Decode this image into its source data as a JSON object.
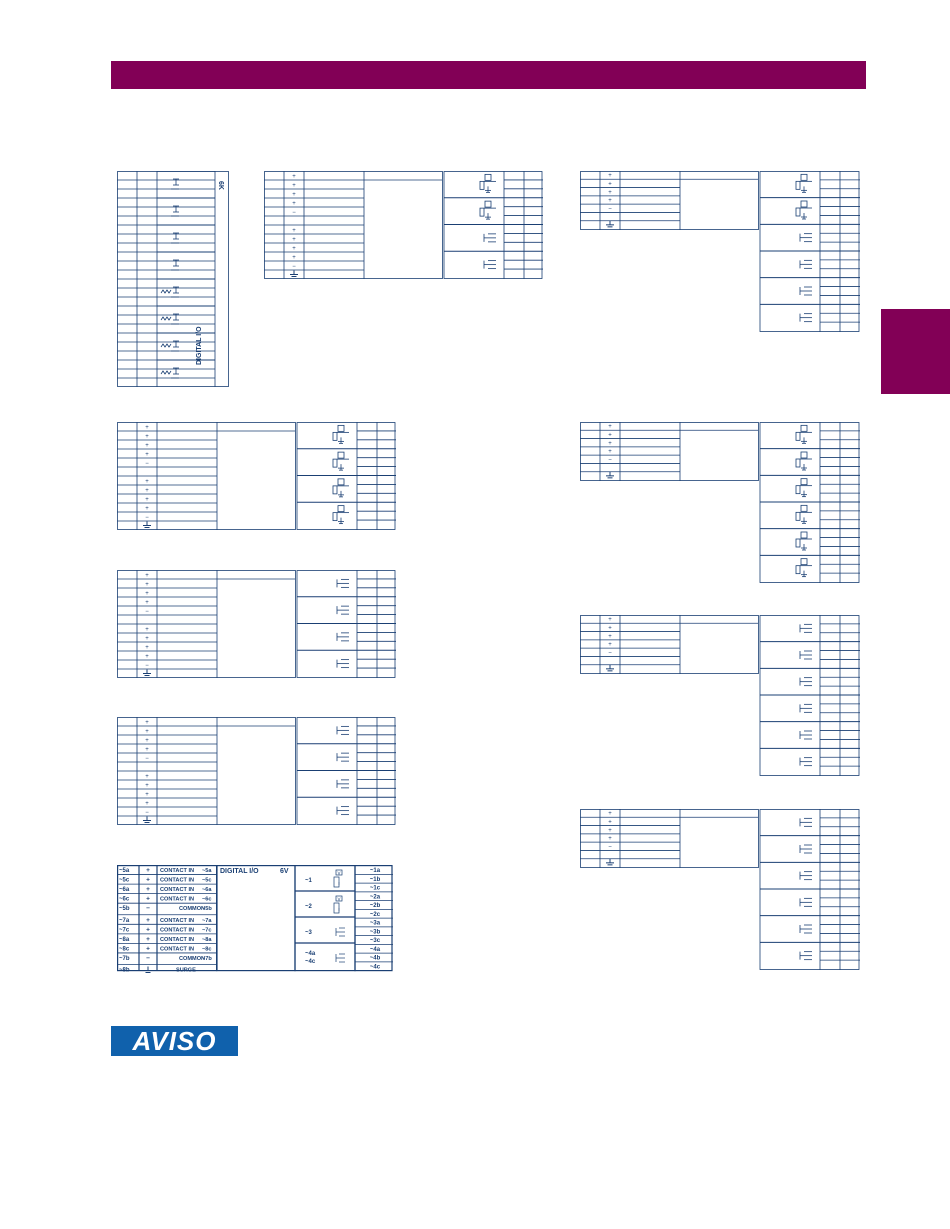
{
  "colors": {
    "brand": "#820056",
    "accent": "#1061ac",
    "line": "#1a3f73"
  },
  "aviso": {
    "label": "AVISO"
  },
  "module_6k": {
    "header": "6K",
    "footer": "DIGITAL I/O"
  },
  "module_6v": {
    "title": "DIGITAL I/O",
    "code": "6V",
    "input_rows": [
      {
        "term": "~5a",
        "sign": "+",
        "label": "CONTACT IN",
        "ref": "~5a"
      },
      {
        "term": "~5c",
        "sign": "+",
        "label": "CONTACT IN",
        "ref": "~5c"
      },
      {
        "term": "~6a",
        "sign": "+",
        "label": "CONTACT IN",
        "ref": "~6a"
      },
      {
        "term": "~6c",
        "sign": "+",
        "label": "CONTACT IN",
        "ref": "~6c"
      },
      {
        "term": "~5b",
        "sign": "−",
        "label": "COMMON",
        "ref": "~5b"
      },
      {
        "term": "~7a",
        "sign": "+",
        "label": "CONTACT IN",
        "ref": "~7a"
      },
      {
        "term": "~7c",
        "sign": "+",
        "label": "CONTACT IN",
        "ref": "~7c"
      },
      {
        "term": "~8a",
        "sign": "+",
        "label": "CONTACT IN",
        "ref": "~8a"
      },
      {
        "term": "~8c",
        "sign": "+",
        "label": "CONTACT IN",
        "ref": "~8c"
      },
      {
        "term": "~7b",
        "sign": "−",
        "label": "COMMON",
        "ref": "~7b"
      },
      {
        "term": "~8b",
        "sign": "",
        "label": "SURGE",
        "ref": ""
      }
    ],
    "outputs": [
      {
        "label": "~1",
        "v": "V",
        "i": "I"
      },
      {
        "label": "~2",
        "v": "V",
        "i": "I"
      },
      {
        "label": "~3",
        "v": "",
        "i": ""
      },
      {
        "label": "~4a",
        "label2": "~4c",
        "v": "",
        "i": ""
      }
    ],
    "output_terms": [
      "~1a",
      "~1b",
      "~1c",
      "~2a",
      "~2b",
      "~2c",
      "~3a",
      "~3b",
      "~3c",
      "~4a",
      "~4b",
      "~4c"
    ]
  }
}
